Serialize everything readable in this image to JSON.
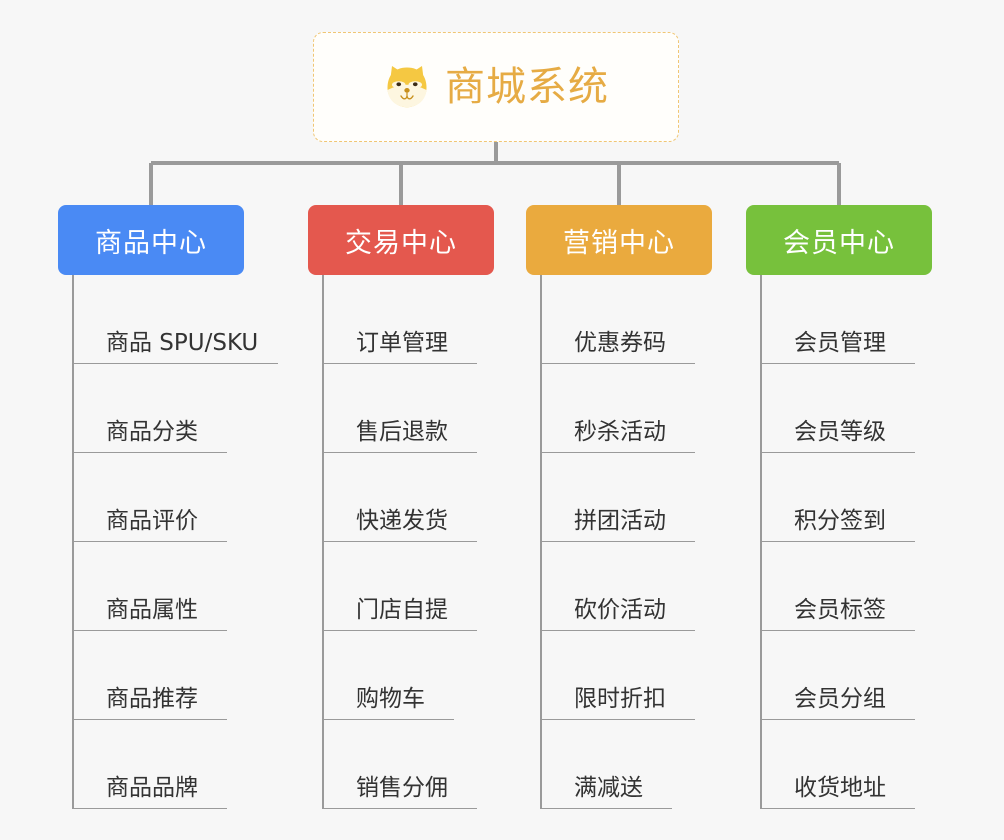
{
  "root": {
    "title": "商城系统",
    "icon": "shiba-dog-face-icon",
    "title_color": "#e6ab44",
    "border_color": "#f0c674",
    "background": "#fffefb"
  },
  "canvas": {
    "background": "#f7f7f7",
    "line_color": "#9a9a9a"
  },
  "branches": [
    {
      "label": "商品中心",
      "color": "#4a8af4",
      "items": [
        {
          "label": "商品 SPU/SKU",
          "underline_width": 206
        },
        {
          "label": "商品分类",
          "underline_width": 155
        },
        {
          "label": "商品评价",
          "underline_width": 155
        },
        {
          "label": "商品属性",
          "underline_width": 155
        },
        {
          "label": "商品推荐",
          "underline_width": 155
        },
        {
          "label": "商品品牌",
          "underline_width": 155
        }
      ]
    },
    {
      "label": "交易中心",
      "color": "#e4584e",
      "items": [
        {
          "label": "订单管理",
          "underline_width": 155
        },
        {
          "label": "售后退款",
          "underline_width": 155
        },
        {
          "label": "快递发货",
          "underline_width": 155
        },
        {
          "label": "门店自提",
          "underline_width": 155
        },
        {
          "label": "购物车",
          "underline_width": 132
        },
        {
          "label": "销售分佣",
          "underline_width": 155
        }
      ]
    },
    {
      "label": "营销中心",
      "color": "#eaaa3e",
      "items": [
        {
          "label": "优惠券码",
          "underline_width": 155
        },
        {
          "label": "秒杀活动",
          "underline_width": 155
        },
        {
          "label": "拼团活动",
          "underline_width": 155
        },
        {
          "label": "砍价活动",
          "underline_width": 155
        },
        {
          "label": "限时折扣",
          "underline_width": 155
        },
        {
          "label": "满减送",
          "underline_width": 132
        }
      ]
    },
    {
      "label": "会员中心",
      "color": "#77c13c",
      "items": [
        {
          "label": "会员管理",
          "underline_width": 155
        },
        {
          "label": "会员等级",
          "underline_width": 155
        },
        {
          "label": "积分签到",
          "underline_width": 155
        },
        {
          "label": "会员标签",
          "underline_width": 155
        },
        {
          "label": "会员分组",
          "underline_width": 155
        },
        {
          "label": "收货地址",
          "underline_width": 155
        }
      ]
    }
  ]
}
